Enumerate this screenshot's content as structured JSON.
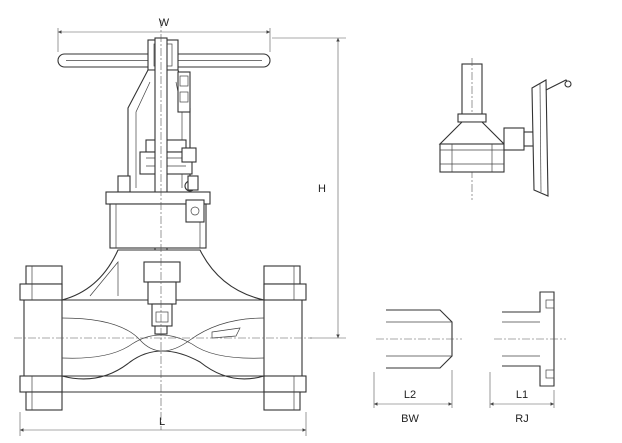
{
  "labels": {
    "w": "W",
    "h": "H",
    "l": "L",
    "l2": "L2",
    "bw": "BW",
    "l1": "L1",
    "rj": "RJ"
  }
}
